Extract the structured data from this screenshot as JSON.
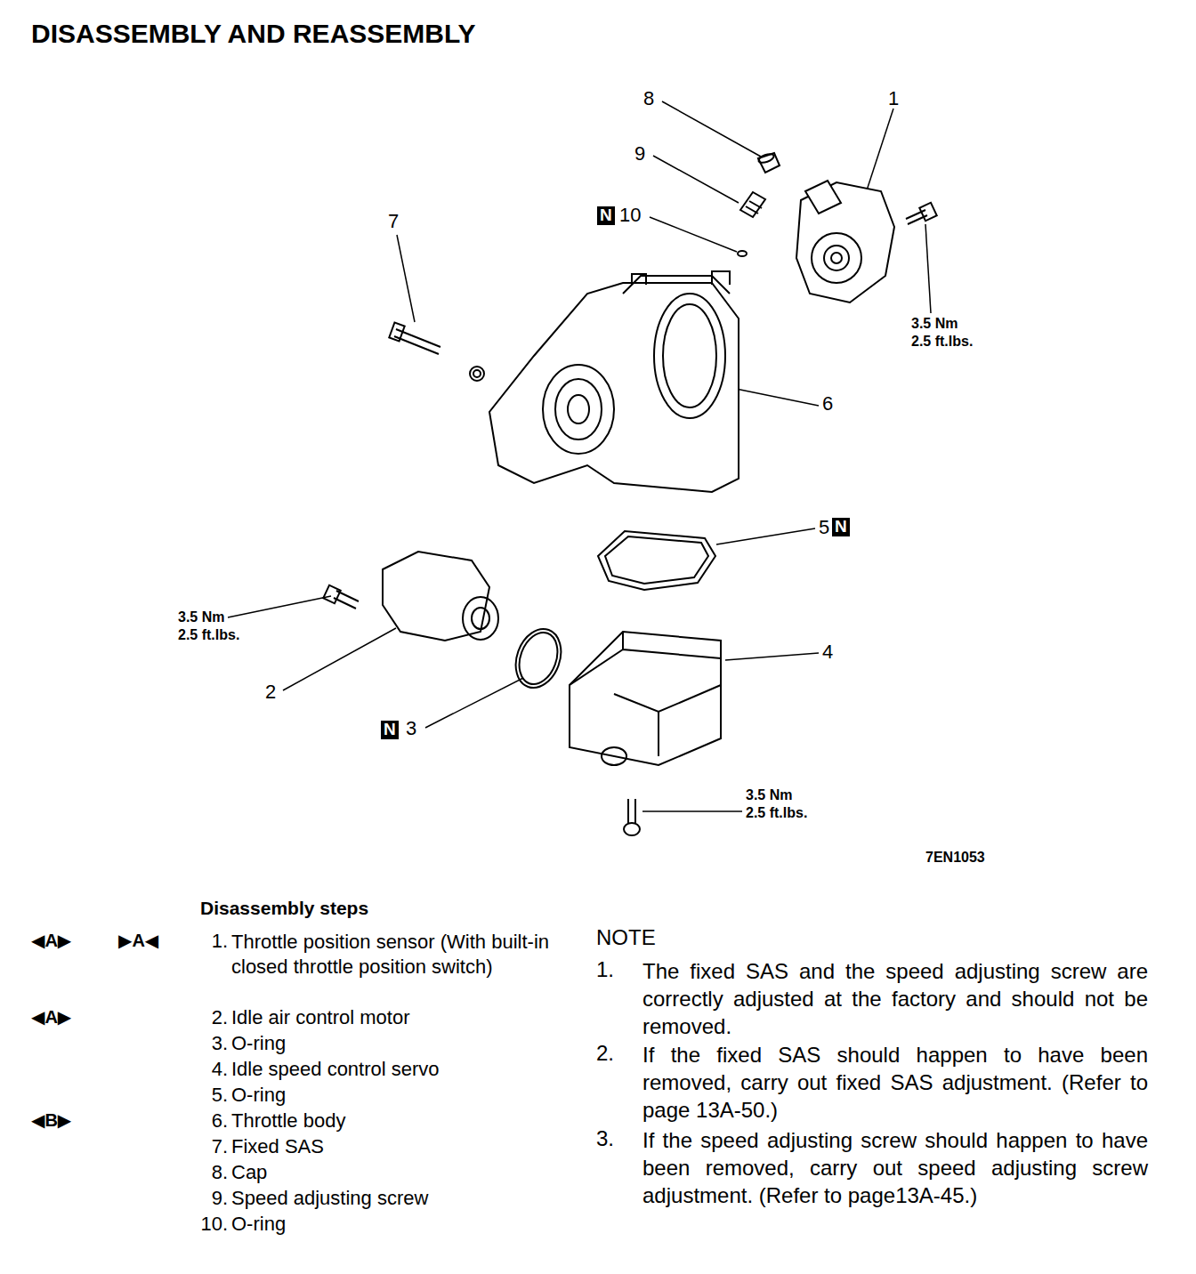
{
  "diagram": {
    "title": "DISASSEMBLY AND REASSEMBLY",
    "labels": [
      "8",
      "9",
      "N",
      "10",
      "1",
      "7",
      "3.5 Nm",
      "2.5 ft.lbs.",
      "6",
      "5",
      "N",
      "3.5 Nm",
      "2.5 ft.lbs.",
      "2",
      "4",
      "N",
      "3",
      "3.5 Nm",
      "2.5 ft.lbs.",
      "7EN1053",
      "Disassembly steps",
      "◀A▶",
      "▶A◀",
      "1.",
      "Throttle position sensor (With built-in closed throttle position switch)",
      "◀A▶",
      "2.",
      "Idle air control motor",
      "3.",
      "O-ring",
      "4.",
      "Idle speed control servo",
      "5.",
      "O-ring",
      "◀B▶",
      "6.",
      "Throttle body",
      "7.",
      "Fixed SAS",
      "8.",
      "Cap",
      "9.",
      "Speed adjusting screw",
      "10.",
      "O-ring",
      "NOTE",
      "1.",
      "The fixed SAS and the speed adjusting screw are correctly adjusted at the factory and should not be removed.",
      "2.",
      "If the fixed SAS should happen to have been removed, carry out fixed SAS adjustment. (Refer to page 13A-50.)",
      "3.",
      "If the speed adjusting screw should happen to have been removed, carry out speed adjusting screw adjustment. (Refer to page13A-45.)"
    ]
  }
}
